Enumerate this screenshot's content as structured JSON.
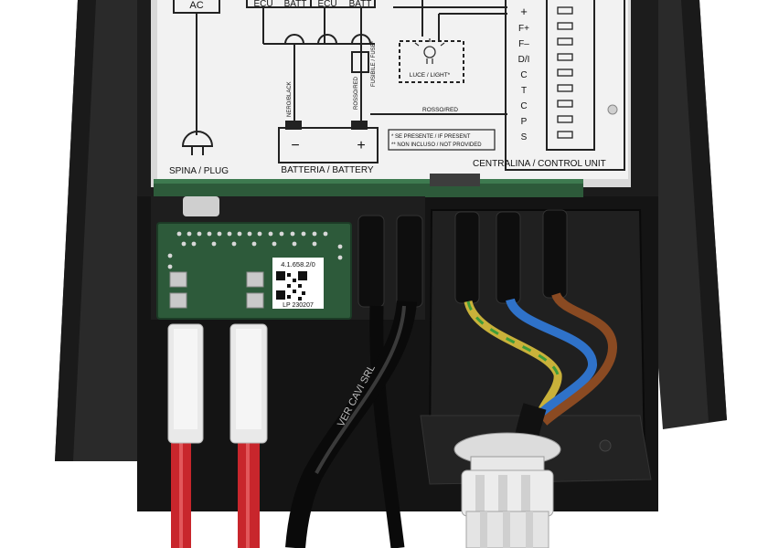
{
  "panel": {
    "ac": "AC",
    "ecu_1": "ECU",
    "batt_1": "BATT",
    "ecu_2": "ECU",
    "batt_2": "BATT",
    "spina_plug": "SPINA / PLUG",
    "batteria": "BATTERIA / BATTERY",
    "minus": "−",
    "plus": "+",
    "nero_black": "NERO/BLACK",
    "rosso_red_vertical": "ROSSO/RED",
    "fusibile": "FUSIBILE / FUSE*",
    "luce": "LUCE / LIGHT*",
    "rosso_red": "ROSSO/RED",
    "note_present": "* SE PRESENTE / IF PRESENT",
    "note_not_provided": "** NON INCLUSO / NOT PROVIDED",
    "control_unit": "CENTRALINA / CONTROL UNIT",
    "terminals": [
      "+",
      "F+",
      "F–",
      "D/I",
      "C",
      "T",
      "C",
      "P",
      "S"
    ]
  },
  "module": {
    "code": "4.1.658.2/0",
    "lot": "LP 230207"
  },
  "cable": {
    "print": "VER CAVI SRL"
  },
  "colors": {
    "housing": "#1c1c1c",
    "panel": "#efefef",
    "pcb_green": "#2d5a3a",
    "wire_red": "#c8262c",
    "wire_blue": "#2f72c9",
    "wire_brown": "#8a4a22",
    "wire_yellow_green": "#c9b13a",
    "gland": "#e8e8e8"
  }
}
